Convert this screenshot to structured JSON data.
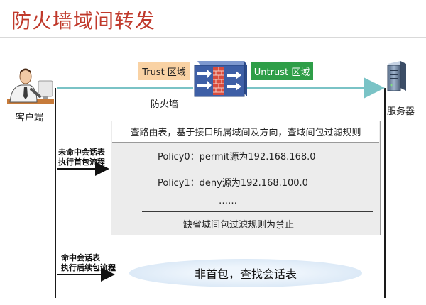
{
  "title": "防火墙域间转发",
  "client": {
    "label": "客户端"
  },
  "server": {
    "label": "服务器"
  },
  "firewall": {
    "label": "防火墙"
  },
  "zones": {
    "trust": "Trust 区域",
    "untrust": "Untrust 区域"
  },
  "filter": {
    "header": "查路由表，基于接口所属域间及方向，查域间包过滤规则",
    "policies": [
      "Policy0：permit源为192.168.168.0",
      "Policy1：deny源为192.168.100.0"
    ],
    "ellipsis": "……",
    "default_rule": "缺省域间包过滤规则为禁止"
  },
  "first_packet_note": {
    "line1": "未命中会话表",
    "line2": "执行首包流程"
  },
  "subsequent_note": {
    "line1": "命中会话表",
    "line2": "执行后续包流程"
  },
  "session_lookup": "非首包，查找会话表",
  "colors": {
    "title": "#c0392b",
    "trust_zone": "#f9d2a4",
    "untrust_zone": "#2e9e48",
    "flow_line": "#7ac3c6",
    "firewall_body": "#3e5fa6"
  }
}
